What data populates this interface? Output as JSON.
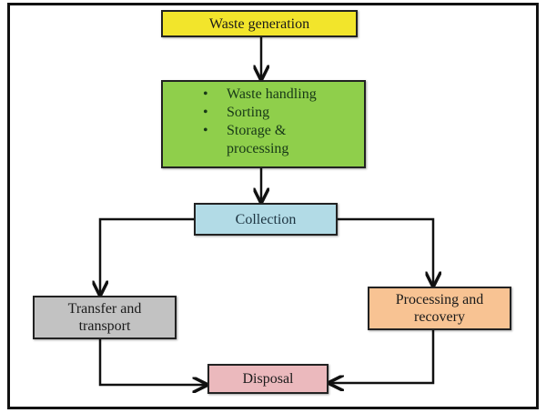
{
  "diagram": {
    "nodes": {
      "waste_generation": {
        "label": "Waste generation",
        "color": "#f2e52b"
      },
      "handling": {
        "items": [
          "Waste handling",
          "Sorting",
          "Storage &",
          "processing"
        ],
        "color": "#8fcf4b"
      },
      "collection": {
        "label": "Collection",
        "color": "#b2dbe6"
      },
      "transfer": {
        "label_line1": "Transfer and",
        "label_line2": "transport",
        "color": "#c2c2c2"
      },
      "processing": {
        "label_line1": "Processing and",
        "label_line2": "recovery",
        "color": "#f8c393"
      },
      "disposal": {
        "label": "Disposal",
        "color": "#ebb9bd"
      }
    },
    "edges": [
      [
        "Waste generation",
        "handling"
      ],
      [
        "handling",
        "Collection"
      ],
      [
        "Collection",
        "Transfer and transport"
      ],
      [
        "Collection",
        "Processing and recovery"
      ],
      [
        "Transfer and transport",
        "Disposal"
      ],
      [
        "Processing and recovery",
        "Disposal"
      ]
    ]
  }
}
